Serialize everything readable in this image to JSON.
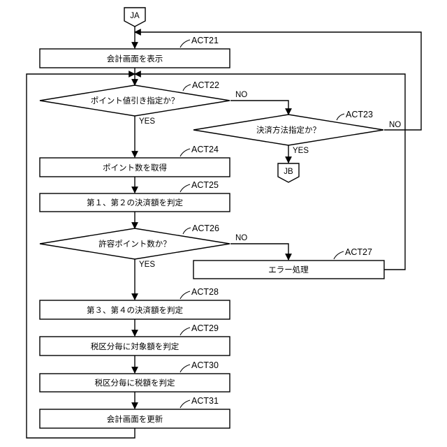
{
  "connectors": {
    "start": "JA",
    "end": "JB"
  },
  "steps": {
    "act21": {
      "id": "ACT21",
      "label": "会計画面を表示"
    },
    "act22": {
      "id": "ACT22",
      "label": "ポイント値引き指定か？"
    },
    "act23": {
      "id": "ACT23",
      "label": "決済方法指定か？"
    },
    "act24": {
      "id": "ACT24",
      "label": "ポイント数を取得"
    },
    "act25": {
      "id": "ACT25",
      "label": "第１、第２の決済額を判定"
    },
    "act26": {
      "id": "ACT26",
      "label": "許容ポイント数か？"
    },
    "act27": {
      "id": "ACT27",
      "label": "エラー処理"
    },
    "act28": {
      "id": "ACT28",
      "label": "第３、第４の決済額を判定"
    },
    "act29": {
      "id": "ACT29",
      "label": "税区分毎に対象額を判定"
    },
    "act30": {
      "id": "ACT30",
      "label": "税区分毎に税額を判定"
    },
    "act31": {
      "id": "ACT31",
      "label": "会計画面を更新"
    }
  },
  "branches": {
    "act22_no": "NO",
    "act22_yes": "YES",
    "act23_no": "NO",
    "act23_yes": "YES",
    "act26_no": "NO",
    "act26_yes": "YES"
  }
}
